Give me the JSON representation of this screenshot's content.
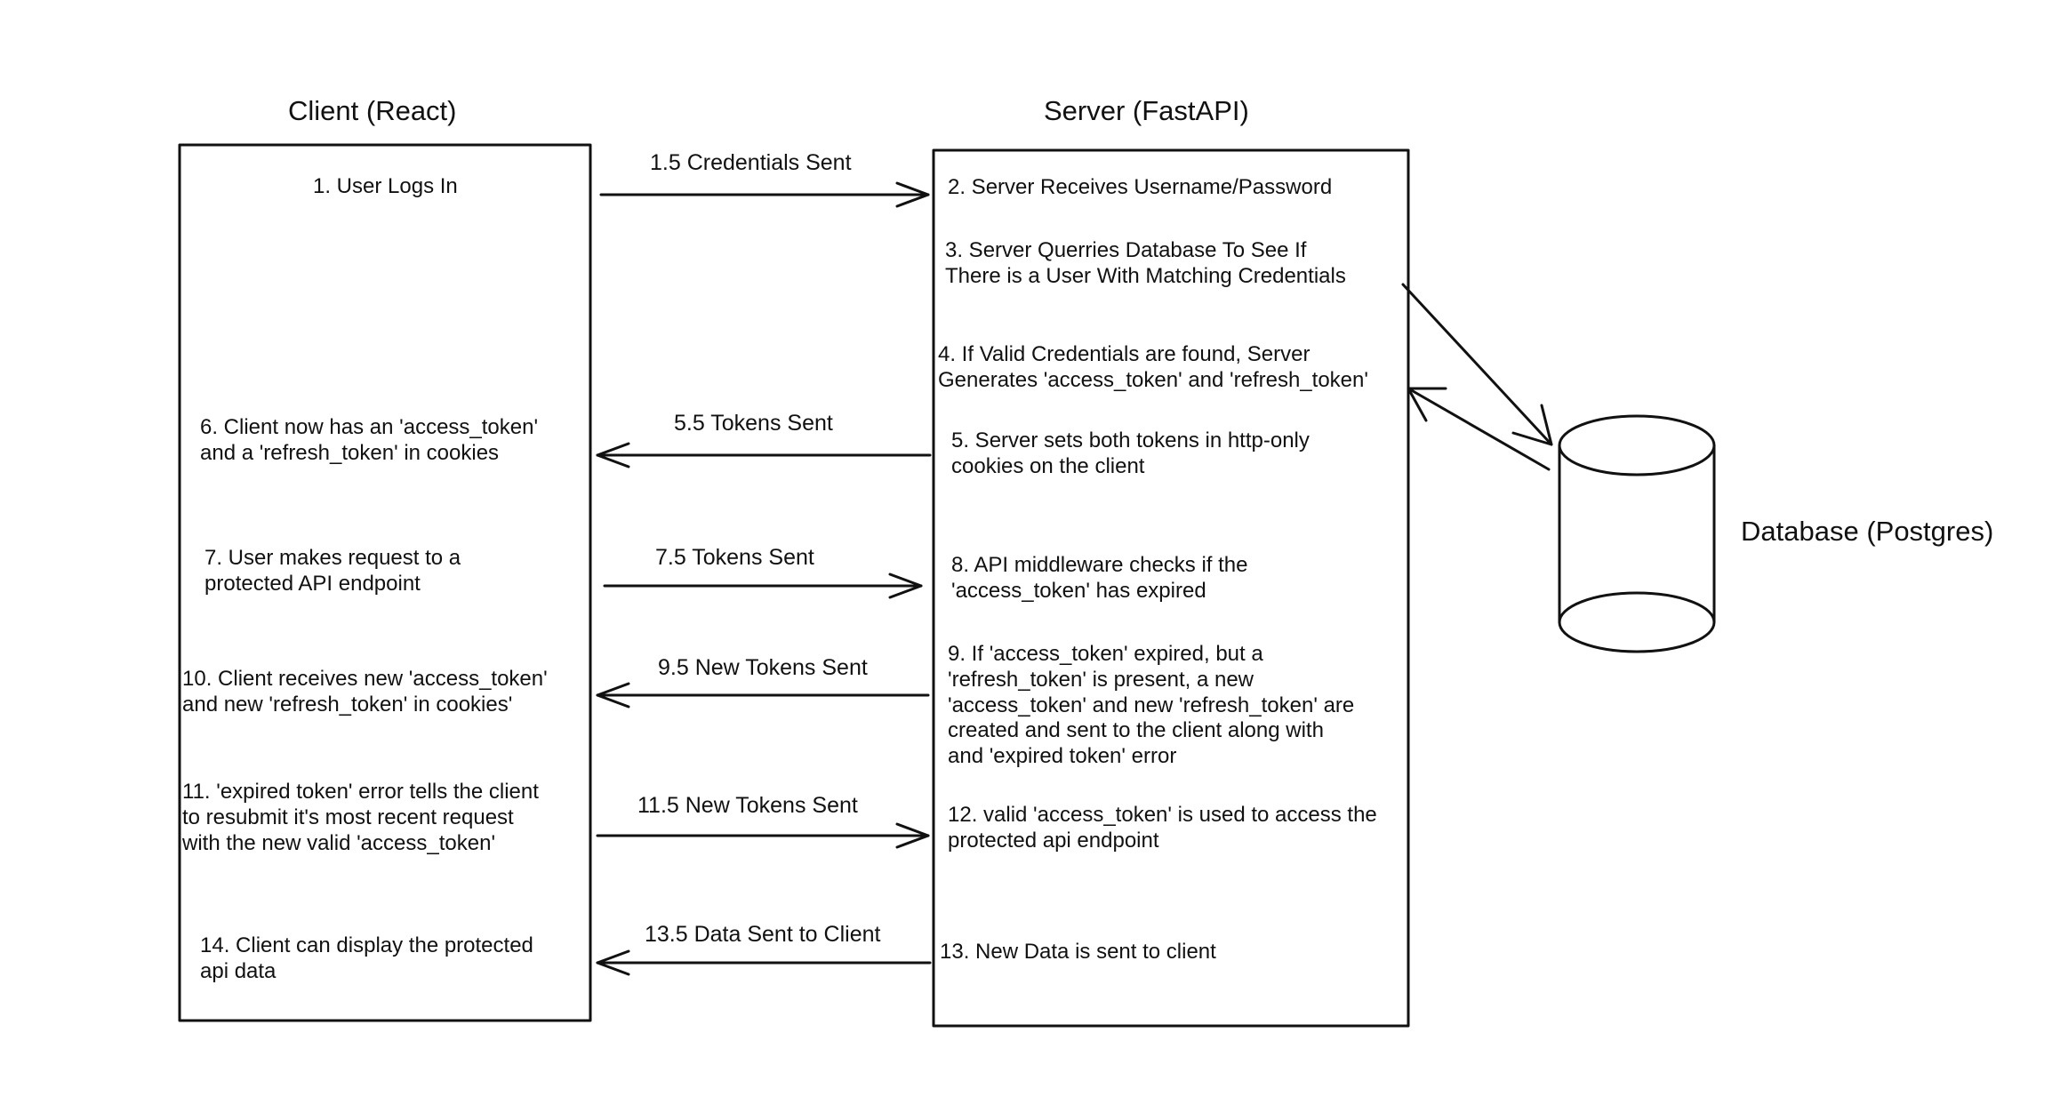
{
  "client": {
    "title": "Client (React)",
    "steps": [
      "1. User Logs In",
      "6. Client now has an 'access_token'\nand a 'refresh_token' in cookies",
      "7. User makes request to a\nprotected API endpoint",
      "10. Client receives new 'access_token'\nand new 'refresh_token' in cookies'",
      "11. 'expired token' error tells the client\nto resubmit it's most recent request\nwith the new valid 'access_token'",
      "14. Client can display the protected\napi data"
    ]
  },
  "server": {
    "title": "Server (FastAPI)",
    "steps": [
      "2. Server Receives Username/Password",
      "3. Server Querries Database To See If\nThere is a User With Matching Credentials",
      "4. If Valid Credentials are found, Server\nGenerates 'access_token' and 'refresh_token'",
      "5. Server sets both tokens in http-only\ncookies on the client",
      "8. API middleware checks if the\n'access_token' has expired",
      "9. If 'access_token' expired, but a\n'refresh_token' is present, a new\n'access_token' and new 'refresh_token' are\ncreated and sent to the client along with\nand 'expired token' error",
      "12. valid 'access_token' is used to access the\nprotected api endpoint",
      "13. New Data is sent to client"
    ]
  },
  "database": {
    "label": "Database (Postgres)"
  },
  "messages": [
    "1.5 Credentials Sent",
    "5.5 Tokens Sent",
    "7.5 Tokens Sent",
    "9.5 New Tokens Sent",
    "11.5 New Tokens Sent",
    "13.5 Data Sent to Client"
  ]
}
